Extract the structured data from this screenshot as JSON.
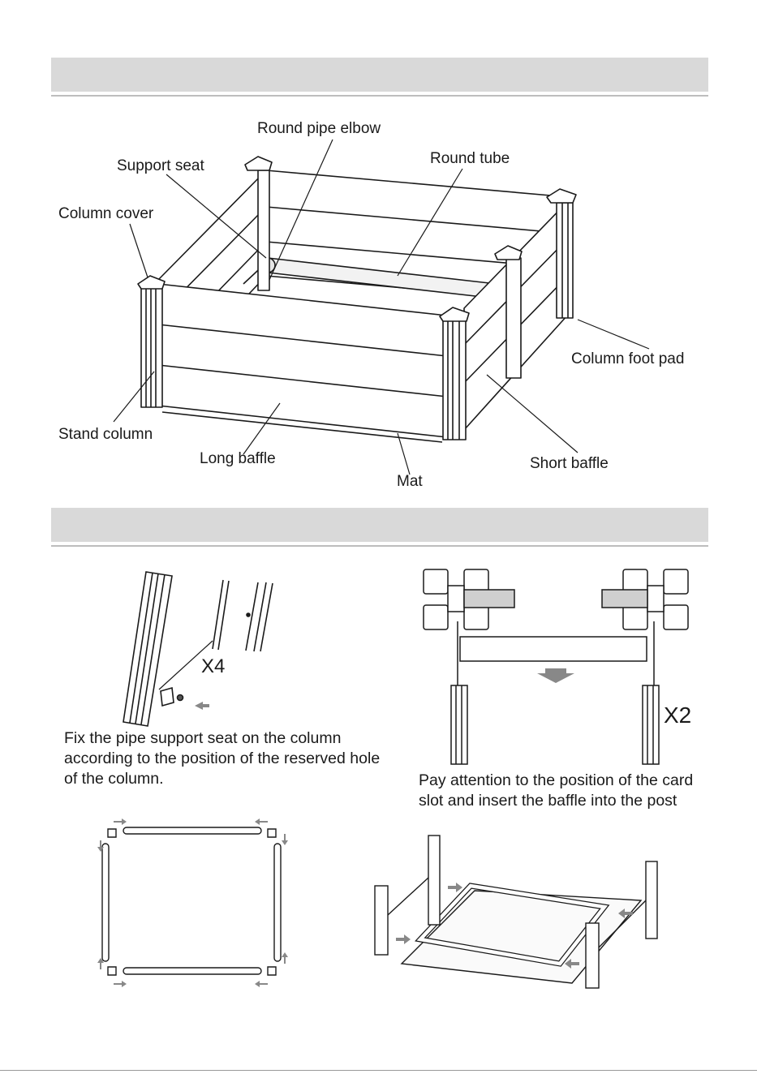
{
  "labels": {
    "round_pipe_elbow": "Round pipe elbow",
    "round_tube": "Round tube",
    "support_seat": "Support seat",
    "column_cover": "Column cover",
    "column_foot_pad": "Column foot pad",
    "stand_column": "Stand column",
    "long_baffle": "Long baffle",
    "mat": "Mat",
    "short_baffle": "Short baffle"
  },
  "steps": {
    "step1": {
      "multiplier": "X4",
      "caption": "Fix the pipe support seat on the column according to the position of the reserved hole of the column."
    },
    "step2": {
      "multiplier": "X2",
      "caption": "Pay attention to the position of the card slot and insert the baffle into the post"
    }
  },
  "colors": {
    "band": "#d9d9d9",
    "line": "#1a1a1a",
    "arrow": "#888888"
  }
}
